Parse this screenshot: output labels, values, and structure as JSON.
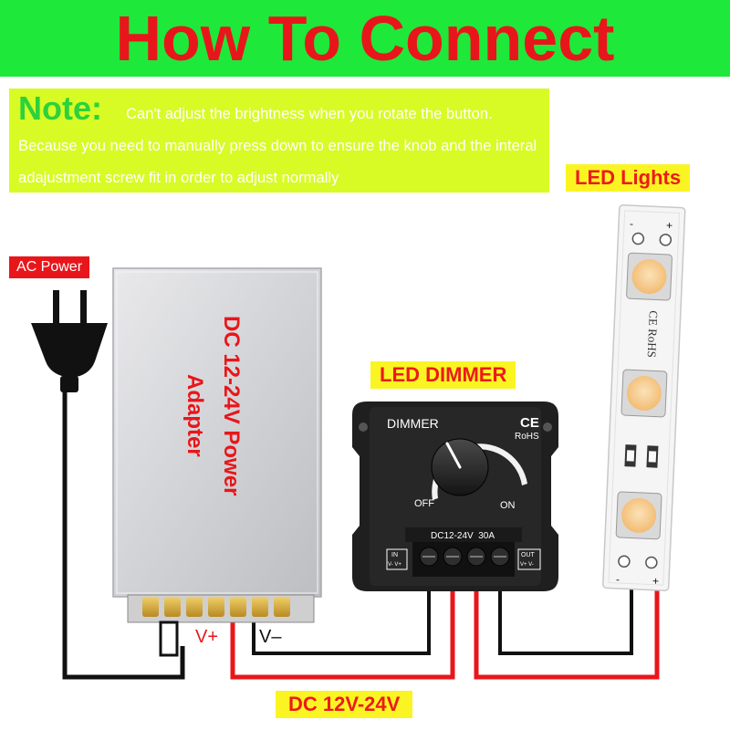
{
  "title": "How To Connect",
  "note": {
    "heading": "Note:",
    "text": "Can't adjust the brightness when you rotate the button. Because you need to manually press down to ensure the knob and the interal adajustment screw fit in order to adjust normally"
  },
  "labels": {
    "led_lights": "LED Lights",
    "ac_power": "AC Power",
    "led_dimmer": "LED DIMMER",
    "dc_range": "DC 12V-24V"
  },
  "adapter": {
    "line1": "DC 12-24V Power",
    "line2": "Adapter",
    "v_plus": "V+",
    "v_minus": "V–"
  },
  "dimmer": {
    "name": "DIMMER",
    "ce": "CE",
    "rohs": "RoHS",
    "off": "OFF",
    "on": "ON",
    "rating": "DC12-24V  30A",
    "in": "IN",
    "in_pins": "V- V+",
    "out": "OUT",
    "out_pins": "V+ V-"
  },
  "strip": {
    "minus": "-",
    "plus": "+",
    "cert": "CE RoHS"
  },
  "colors": {
    "banner_bg": "#1ee83a",
    "title": "#e8161b",
    "note_bg": "#d8fb26",
    "note_heading": "#2bd23b",
    "label_bg": "#fbf423",
    "label_text": "#ec1b1b",
    "wire_red": "#e8161b",
    "wire_black": "#111111",
    "led": "#f6c27b"
  }
}
